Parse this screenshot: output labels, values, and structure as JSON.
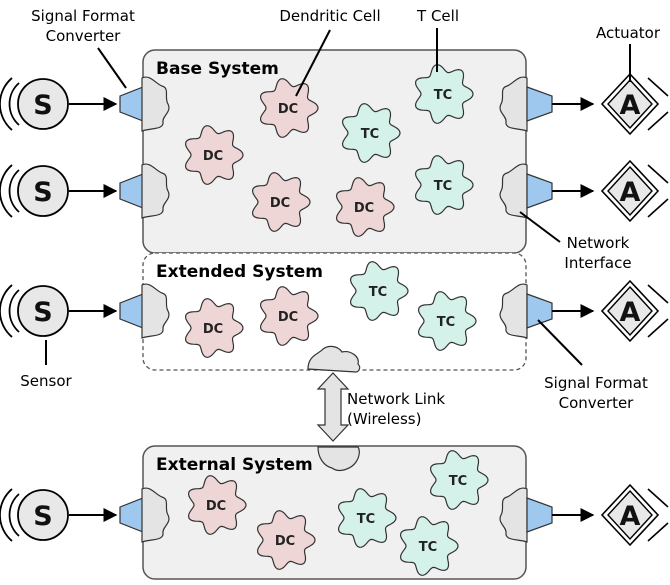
{
  "systems": {
    "base": "Base System",
    "extended": "Extended System",
    "external": "External System"
  },
  "labels": {
    "signal_converter": "Signal Format\nConverter",
    "dendritic_cell": "Dendritic Cell",
    "t_cell": "T Cell",
    "actuator": "Actuator",
    "network_interface": "Network\nInterface",
    "sensor": "Sensor",
    "network_link": "Network Link\n(Wireless)"
  },
  "cells": {
    "dc": "DC",
    "tc": "TC"
  },
  "io": {
    "sensor": "S",
    "actuator": "A"
  },
  "colors": {
    "dc_fill": "#efd6d6",
    "tc_fill": "#d4f2ea",
    "converter_fill": "#9ec8ee",
    "interface_fill": "#e4e4e4",
    "system_fill": "#f0f0f0",
    "sensor_fill": "#e8e8e8"
  }
}
